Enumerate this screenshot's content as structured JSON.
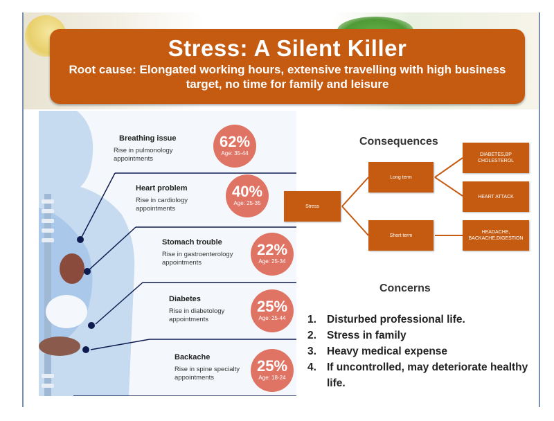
{
  "header": {
    "title": "Stress: A Silent Killer",
    "subtitle": "Root cause: Elongated working hours, extensive travelling with high business target, no time for family and leisure"
  },
  "infographic": {
    "items": [
      {
        "title": "Breathing issue",
        "desc": "Rise in pulmonology appointments",
        "percent": "62%",
        "age": "Age: 35-44"
      },
      {
        "title": "Heart problem",
        "desc": "Rise in cardiology appointments",
        "percent": "40%",
        "age": "Age: 25-35"
      },
      {
        "title": "Stomach trouble",
        "desc": "Rise in gastroenterology appointments",
        "percent": "22%",
        "age": "Age: 25-34"
      },
      {
        "title": "Diabetes",
        "desc": "Rise in diabetology appointments",
        "percent": "25%",
        "age": "Age: 25-44"
      },
      {
        "title": "Backache",
        "desc": "Rise in spine specialty appointments",
        "percent": "25%",
        "age": "Age: 18-24"
      }
    ]
  },
  "consequences": {
    "title": "Consequences",
    "root": "Stress",
    "long_term": "Long term",
    "short_term": "Short term",
    "long_term_effects": [
      "DIABETES,BP CHOLESTEROL",
      "HEART ATTACK"
    ],
    "short_term_effects": [
      "HEADACHE, BACKACHE,DIGESTION"
    ]
  },
  "concerns": {
    "title": "Concerns",
    "items": [
      {
        "num": "1.",
        "text": "Disturbed professional  life."
      },
      {
        "num": "2.",
        "text": "Stress in family"
      },
      {
        "num": "3.",
        "text": "Heavy medical expense"
      },
      {
        "num": "4.",
        "text": "If uncontrolled, may deteriorate healthy life."
      }
    ]
  },
  "colors": {
    "accent": "#c55a11",
    "circle": "#e07464",
    "marker": "#0d1b4f"
  }
}
